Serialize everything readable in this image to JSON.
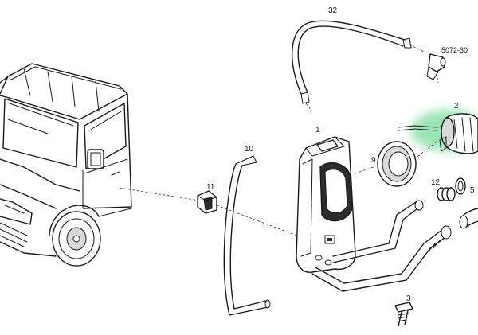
{
  "parts": [
    {
      "id": "p32",
      "label": "32"
    },
    {
      "id": "p5072",
      "label": "5072-30"
    },
    {
      "id": "p2",
      "label": "2"
    },
    {
      "id": "p1",
      "label": "1"
    },
    {
      "id": "p10",
      "label": "10"
    },
    {
      "id": "p9",
      "label": "9"
    },
    {
      "id": "p11",
      "label": "11"
    },
    {
      "id": "p12",
      "label": "12"
    },
    {
      "id": "p5",
      "label": "5"
    },
    {
      "id": "p3",
      "label": "3"
    }
  ],
  "colors": {
    "line": "#1a1a1a",
    "highlight": "#22c55e"
  }
}
